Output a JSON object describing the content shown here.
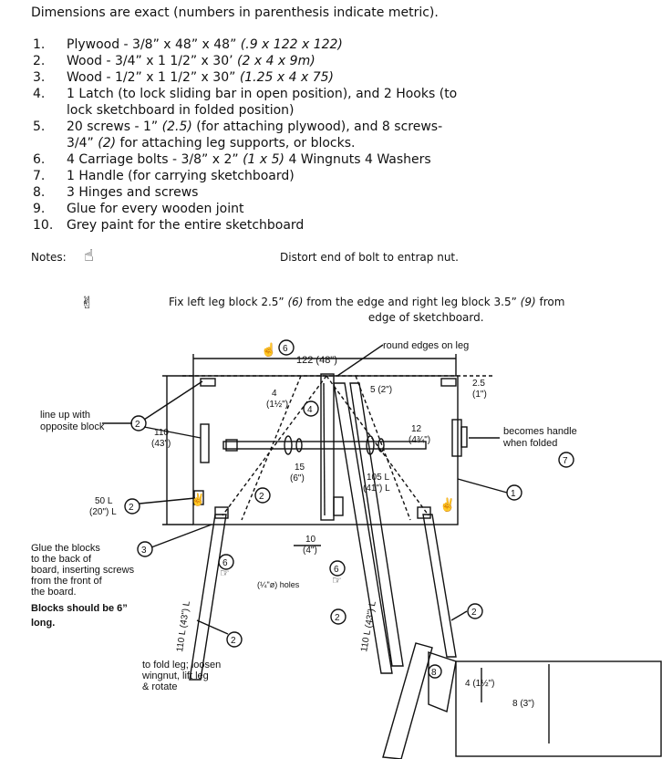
{
  "intro": "Dimensions are exact (numbers in parenthesis indicate metric).",
  "items": [
    {
      "num": "1.",
      "text": "Plywood - 3/8” x 48” x 48” ",
      "metric": "(.9 x 122 x 122)"
    },
    {
      "num": "2.",
      "text": "Wood - 3/4” x 1 1/2” x 30’ ",
      "metric": "(2 x 4 x 9m)"
    },
    {
      "num": "3.",
      "text": "Wood - 1/2” x 1 1/2” x 30” ",
      "metric": "(1.25 x 4 x 75)"
    },
    {
      "num": "4.",
      "text": "1 Latch (to lock sliding bar in open position), and 2 Hooks (to",
      "line2": "lock sketchboard in folded position)"
    },
    {
      "num": "5.",
      "text": "20 screws - 1” ",
      "metric": "(2.5)",
      "text_after": " (for attaching plywood), and 8 screws-",
      "line2_pre": "3/4” ",
      "line2_metric": "(2)",
      "line2_post": " for attaching leg supports, or blocks."
    },
    {
      "num": "6.",
      "text": "4 Carriage bolts - 3/8” x 2” ",
      "metric": "(1 x 5)",
      "text_after": " 4 Wingnuts 4 Washers"
    },
    {
      "num": "7.",
      "text": "1 Handle (for carrying sketchboard)"
    },
    {
      "num": "8.",
      "text": "3 Hinges and screws"
    },
    {
      "num": "9.",
      "text": "Glue for every wooden joint"
    },
    {
      "num": "10.",
      "text": "Grey paint for the entire sketchboard"
    }
  ],
  "notes_label": "Notes:",
  "note1": "Distort end of bolt to entrap nut.",
  "note2_a": "Fix left leg block 2.5” ",
  "note2_a_metric": "(6)",
  "note2_b": " from the edge and right leg block 3.5” ",
  "note2_b_metric": "(9)",
  "note2_c": " from",
  "note2_line2": "edge of sketchboard.",
  "diagram": {
    "dim_width": "122 (48\")",
    "dim_height": "110",
    "dim_height_in": "(43\")",
    "dim_4": "4",
    "dim_4_in": "(1½\")",
    "dim_5": "5 (2\")",
    "dim_25": "2.5",
    "dim_25_in": "(1\")",
    "dim_12": "12",
    "dim_12_in": "(4¾\")",
    "dim_15": "15",
    "dim_15_in": "(6\")",
    "dim_105": "105 L",
    "dim_105_in": "(41\") L",
    "dim_50": "50 L",
    "dim_50_in": "(20\") L",
    "dim_10": "10",
    "dim_10_in": "(4\")",
    "holes": "(¼\"ø) holes",
    "leg_left": "110 L (43\") L",
    "leg_mid": "110 L (43\") L",
    "dim_4b": "4 (1½\")",
    "dim_8": "8 (3\")",
    "callout_round": "round edges on leg",
    "callout_lineup_1": "line up with",
    "callout_lineup_2": "opposite block",
    "callout_handle_1": "becomes handle",
    "callout_handle_2": "when folded",
    "callout_glue_1": "Glue the blocks",
    "callout_glue_2": "to the back of",
    "callout_glue_3": "board, inserting screws",
    "callout_glue_4": "from the front of",
    "callout_glue_5": "the board.",
    "callout_blocks_1": "Blocks should be 6”",
    "callout_blocks_2": "long.",
    "callout_fold_1": "to fold leg; loosen",
    "callout_fold_2": "wingnut, lift leg",
    "callout_fold_3": "& rotate",
    "n1": "1",
    "n2": "2",
    "n3": "3",
    "n4": "4",
    "n6": "6",
    "n7": "7",
    "n8": "8"
  }
}
